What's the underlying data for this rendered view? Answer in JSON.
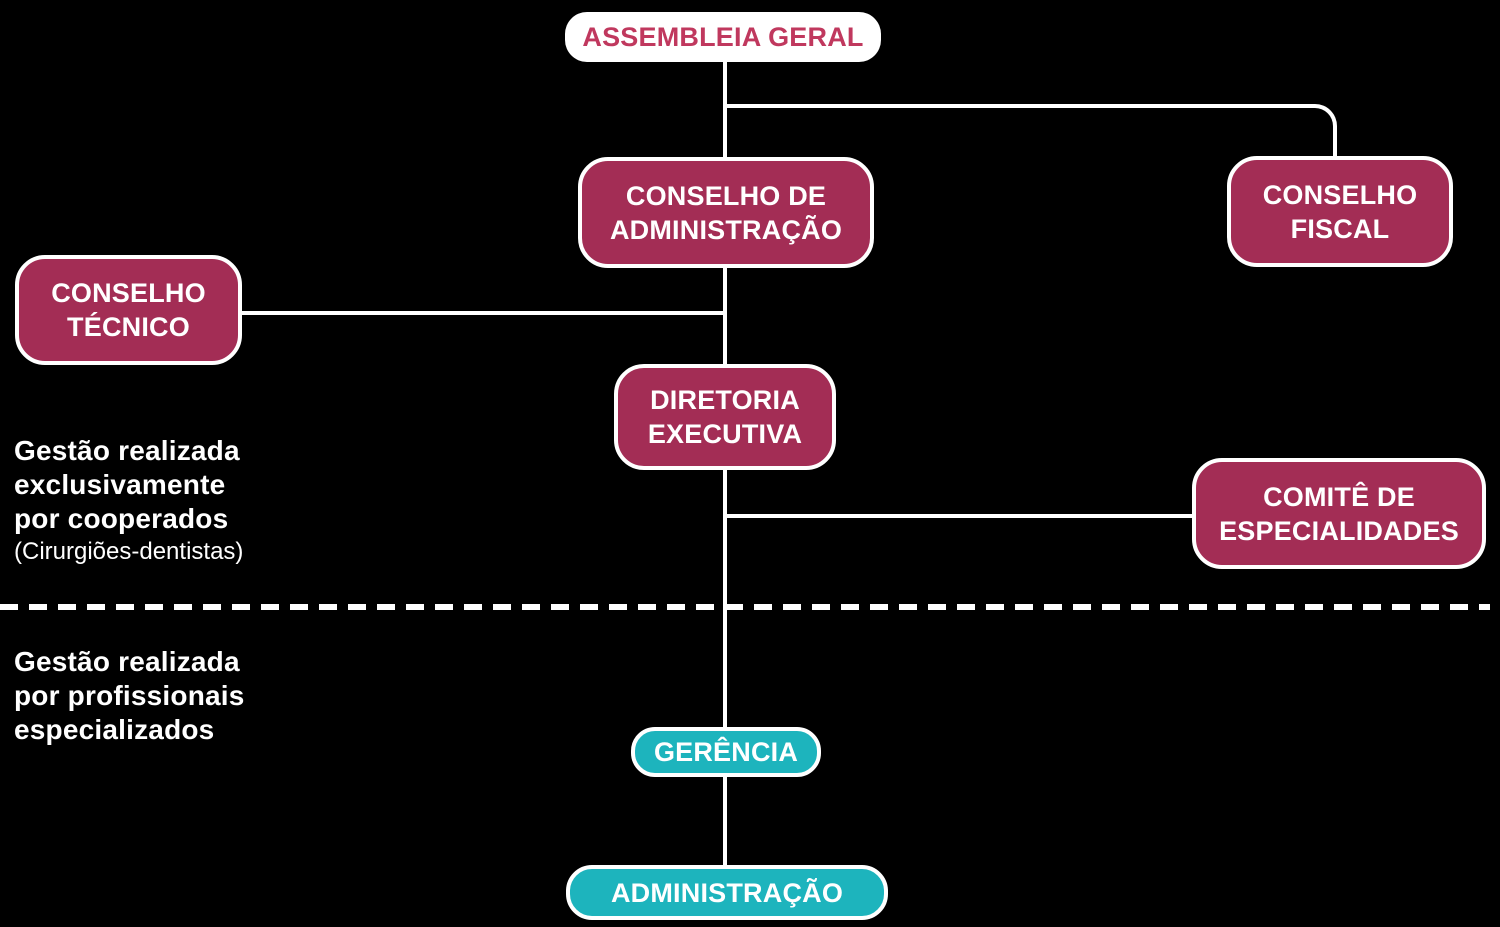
{
  "diagram": {
    "background_color": "#000000",
    "colors": {
      "node_maroon": "#A32D55",
      "node_teal": "#1DB4BD",
      "root_text": "#C0385E",
      "connector": "#FFFFFF",
      "annotation_text": "#FFFFFF"
    },
    "nodes": {
      "assembleia_geral": {
        "lines": [
          "ASSEMBLEIA GERAL"
        ]
      },
      "conselho_administracao": {
        "lines": [
          "CONSELHO DE",
          "ADMINISTRAÇÃO"
        ]
      },
      "conselho_fiscal": {
        "lines": [
          "CONSELHO",
          "FISCAL"
        ]
      },
      "conselho_tecnico": {
        "lines": [
          "CONSELHO",
          "TÉCNICO"
        ]
      },
      "diretoria_executiva": {
        "lines": [
          "DIRETORIA",
          "EXECUTIVA"
        ]
      },
      "comite_especialidades": {
        "lines": [
          "COMITÊ DE",
          "ESPECIALIDADES"
        ]
      },
      "gerencia": {
        "lines": [
          "GERÊNCIA"
        ]
      },
      "administracao": {
        "lines": [
          "ADMINISTRAÇÃO"
        ]
      }
    },
    "edges": [
      {
        "from": "assembleia_geral",
        "to": "conselho_administracao"
      },
      {
        "from": "assembleia_geral",
        "to": "conselho_fiscal"
      },
      {
        "from": "conselho_tecnico",
        "to": "conselho_administracao"
      },
      {
        "from": "conselho_administracao",
        "to": "diretoria_executiva"
      },
      {
        "from": "diretoria_executiva",
        "to": "comite_especialidades"
      },
      {
        "from": "diretoria_executiva",
        "to": "gerencia"
      },
      {
        "from": "gerencia",
        "to": "administracao"
      }
    ],
    "annotations": {
      "cooperados": {
        "lines": [
          "Gestão realizada",
          "exclusivamente",
          "por cooperados"
        ],
        "note": "(Cirurgiões-dentistas)"
      },
      "profissionais": {
        "lines": [
          "Gestão realizada",
          "por profissionais",
          "especializados"
        ]
      }
    }
  }
}
